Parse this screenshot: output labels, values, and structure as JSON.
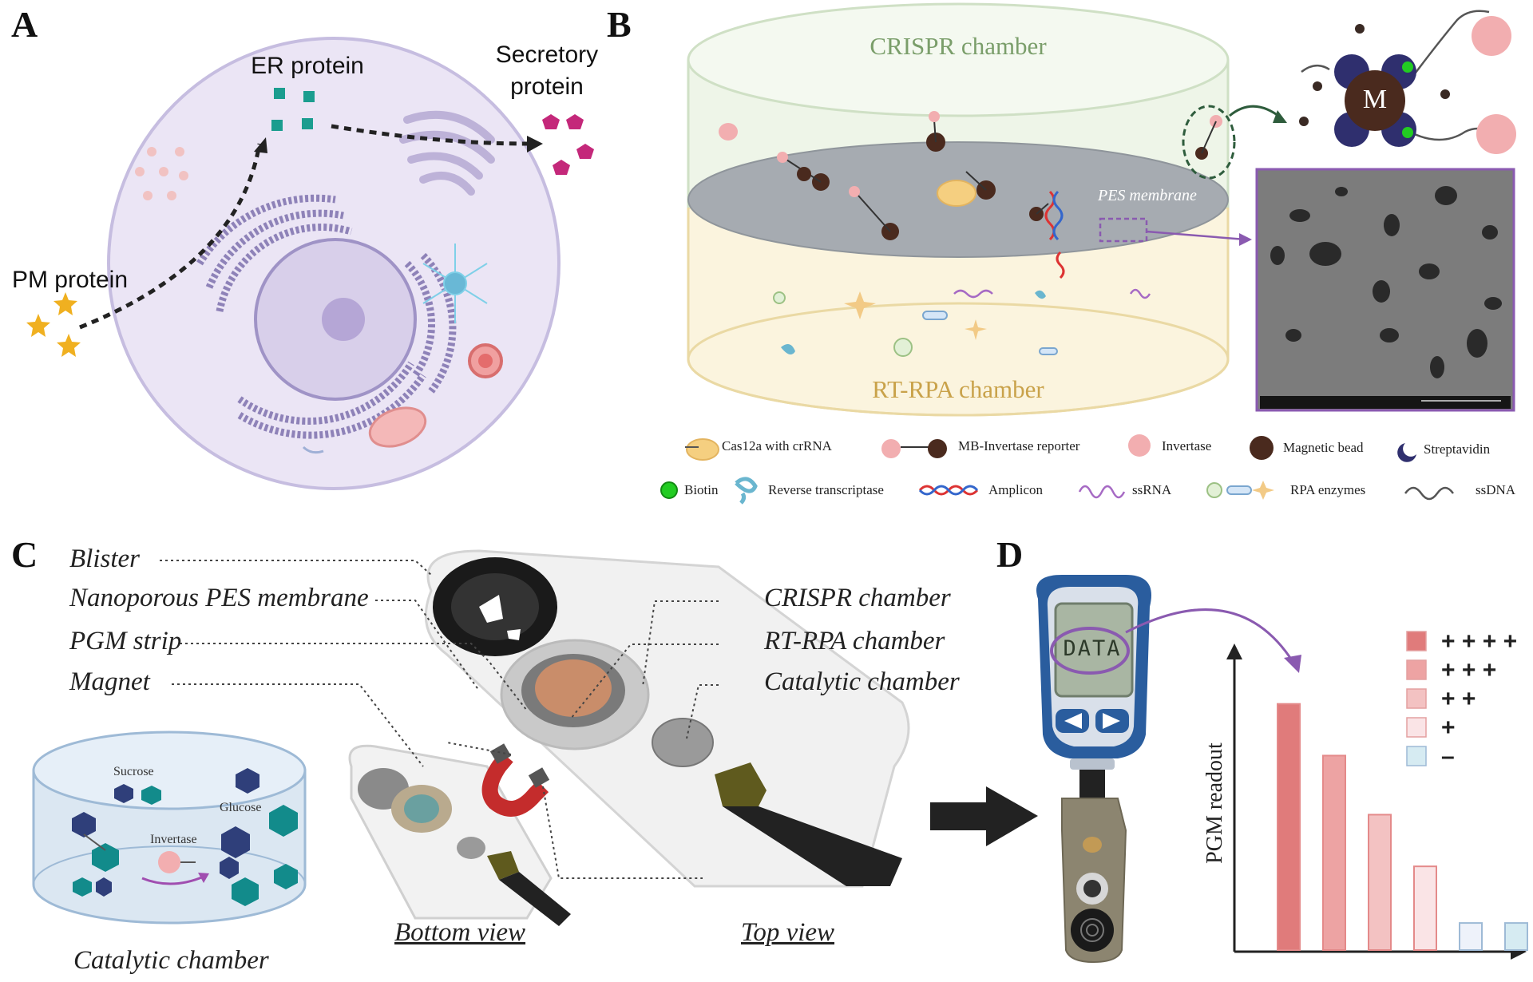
{
  "panels": {
    "a": "A",
    "b": "B",
    "c": "C",
    "d": "D"
  },
  "panel_a": {
    "er_protein": "ER protein",
    "secretory_protein_line1": "Secretory",
    "secretory_protein_line2": "protein",
    "pm_protein": "PM protein"
  },
  "panel_b": {
    "crispr_chamber": "CRISPR chamber",
    "rtrpa_chamber": "RT-RPA chamber",
    "pes_membrane": "PES membrane",
    "bead_letter": "M",
    "legend": [
      {
        "icon": "cas12a-icon",
        "label": "Cas12a with crRNA"
      },
      {
        "icon": "mb-invertase-reporter-icon",
        "label": "MB-Invertase reporter"
      },
      {
        "icon": "invertase-icon",
        "label": "Invertase"
      },
      {
        "icon": "magnetic-bead-icon",
        "label": "Magnetic bead"
      },
      {
        "icon": "streptavidin-icon",
        "label": "Streptavidin"
      },
      {
        "icon": "biotin-icon",
        "label": "Biotin"
      },
      {
        "icon": "reverse-transcriptase-icon",
        "label": "Reverse transcriptase"
      },
      {
        "icon": "amplicon-icon",
        "label": "Amplicon"
      },
      {
        "icon": "ssrna-icon",
        "label": "ssRNA"
      },
      {
        "icon": "rpa-enzymes-icon",
        "label": "RPA enzymes"
      },
      {
        "icon": "ssdna-icon",
        "label": "ssDNA"
      }
    ],
    "colors": {
      "crispr": "#7a9e6a",
      "rtrpa": "#c9a24a",
      "membrane": "#9aa0a6",
      "bead": "#4a2a1e",
      "streptavidin": "#2f2f6e",
      "biotin": "#22cc22"
    }
  },
  "panel_c": {
    "blister": "Blister",
    "pes_membrane": "Nanoporous PES membrane",
    "pgm_strip": "PGM strip",
    "magnet": "Magnet",
    "crispr_chamber": "CRISPR chamber",
    "rtrpa_chamber": "RT-RPA chamber",
    "catalytic_chamber_right": "Catalytic chamber",
    "bottom_view": "Bottom view",
    "top_view": "Top view",
    "catalytic_chamber_caption": "Catalytic chamber",
    "sucrose": "Sucrose",
    "glucose": "Glucose",
    "invertase": "Invertase"
  },
  "panel_d": {
    "meter_display": "DATA",
    "y_label": "PGM readout",
    "legend": [
      {
        "label": "+ + + +",
        "color": "#e07b7b"
      },
      {
        "label": "+ + +",
        "color": "#eda3a3"
      },
      {
        "label": "+ +",
        "color": "#f3c2c2"
      },
      {
        "label": "+",
        "color": "#fae4e6"
      },
      {
        "label": "–",
        "color": "#d6ebf2"
      }
    ]
  },
  "chart_data": {
    "type": "bar",
    "categories": [
      "",
      "",
      "",
      "",
      "",
      ""
    ],
    "values": [
      100,
      79,
      55,
      34,
      11,
      11
    ],
    "ylabel": "PGM readout",
    "xlabel": "",
    "colors": [
      "#e07b7b",
      "#eda3a3",
      "#f3c2c2",
      "#fae4e6",
      "#eef2fa",
      "#d6ebf2"
    ],
    "ylim": [
      0,
      120
    ],
    "grid": false,
    "legend_position": "top-right"
  }
}
